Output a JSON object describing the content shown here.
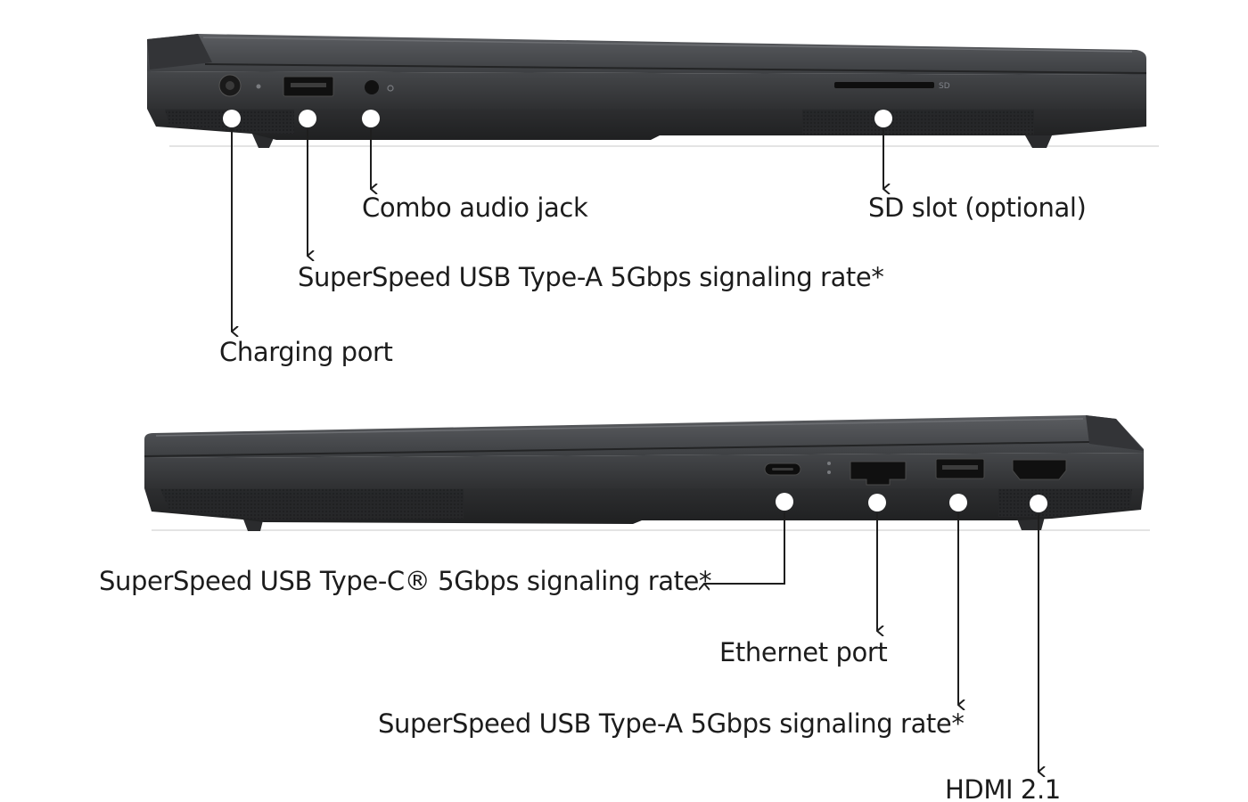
{
  "left_side": {
    "port_markings": {
      "sd": "SD"
    },
    "callouts": {
      "combo_audio_jack": "Combo audio jack",
      "sd_slot": "SD slot (optional)",
      "usb_type_a": "SuperSpeed USB Type-A 5Gbps signaling rate*",
      "charging_port": "Charging port"
    }
  },
  "right_side": {
    "callouts": {
      "usb_type_c": "SuperSpeed USB Type-C® 5Gbps signaling rate*",
      "ethernet_port": "Ethernet port",
      "usb_type_a": "SuperSpeed USB Type-A 5Gbps signaling rate*",
      "hdmi": "HDMI 2.1"
    }
  },
  "colors": {
    "chassis_top": "#47494c",
    "chassis_body": "#3b3d40",
    "chassis_bottom": "#2a2b2d",
    "port_black": "#101010",
    "marker_dot": "#ffffff",
    "leader_line": "#1e1e1e",
    "label_text": "#1c1c1c"
  }
}
